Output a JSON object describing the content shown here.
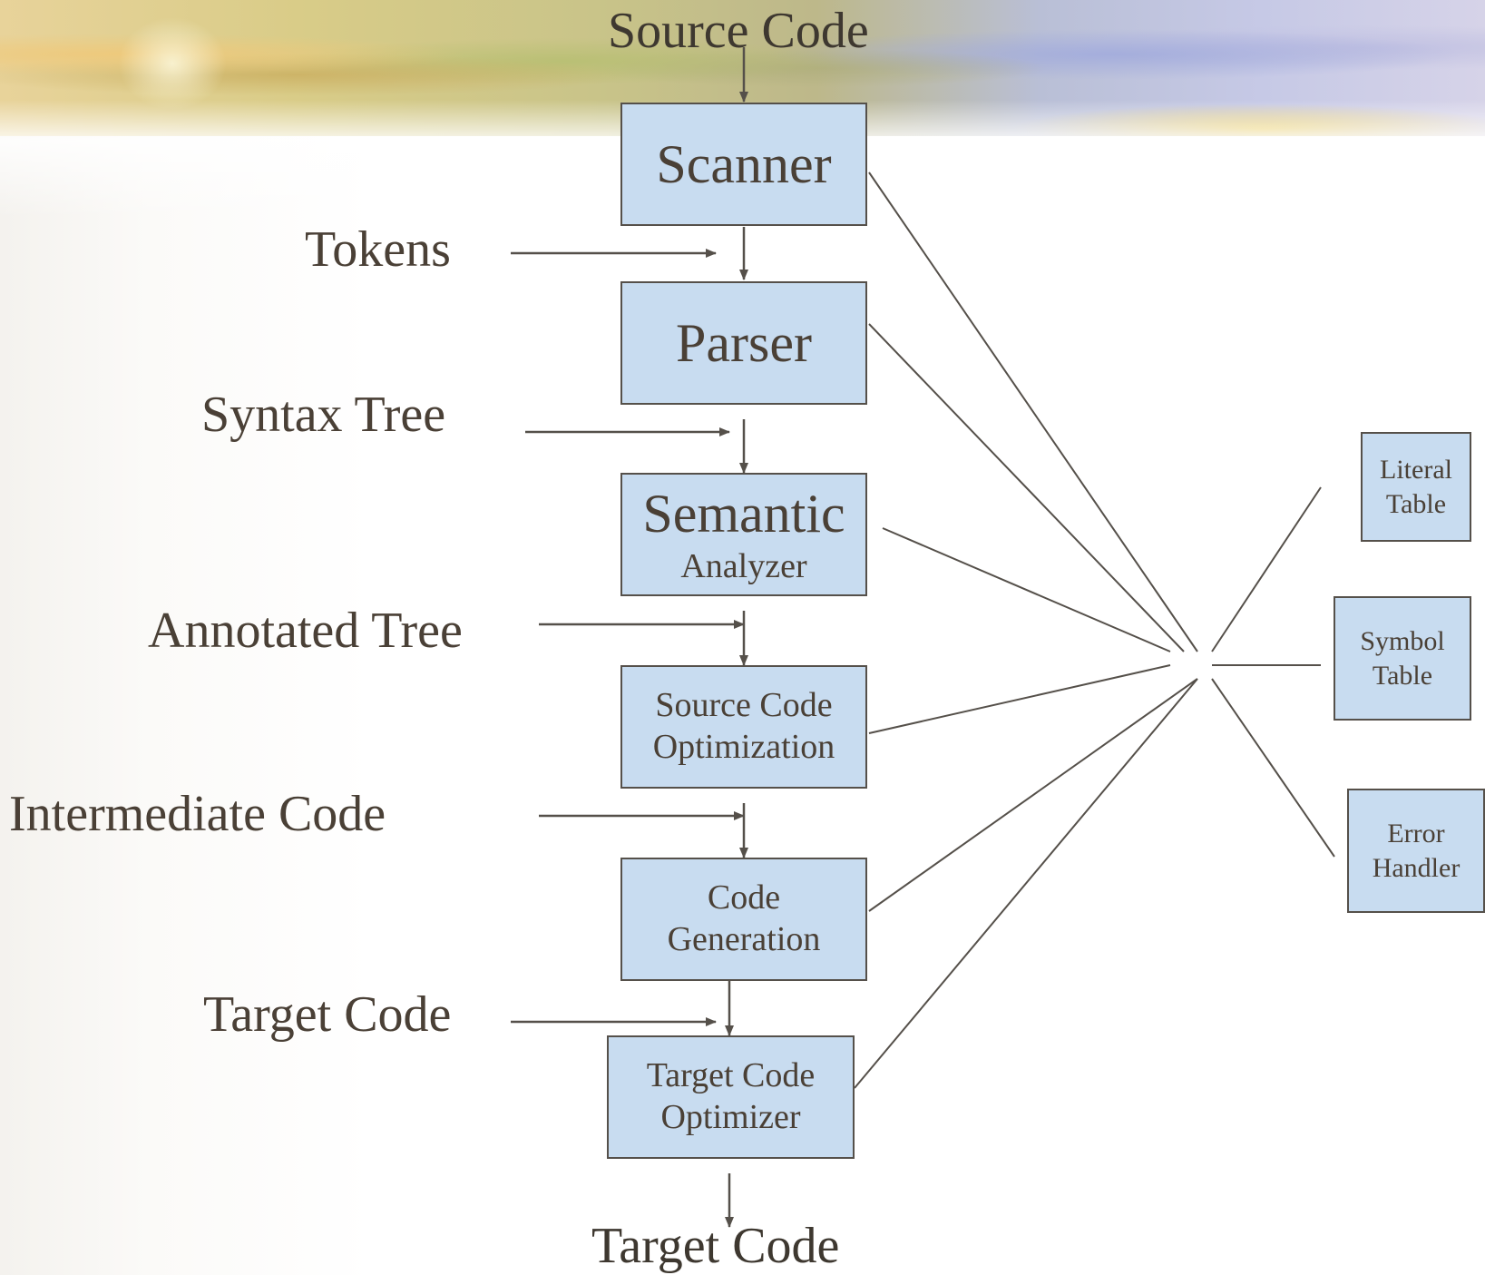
{
  "diagram": {
    "input_label": "Source Code",
    "output_label": "Target Code",
    "phases": [
      {
        "line1": "Scanner",
        "line2": ""
      },
      {
        "line1": "Parser",
        "line2": ""
      },
      {
        "line1": "Semantic",
        "line2": "Analyzer"
      },
      {
        "line1": "Source Code",
        "line2": "Optimization"
      },
      {
        "line1": "Code",
        "line2": "Generation"
      },
      {
        "line1": "Target Code",
        "line2": "Optimizer"
      }
    ],
    "intermediates": [
      "Tokens",
      "Syntax Tree",
      "Annotated Tree",
      "Intermediate Code",
      "Target Code"
    ],
    "auxiliary": [
      {
        "line1": "Literal",
        "line2": "Table"
      },
      {
        "line1": "Symbol",
        "line2": "Table"
      },
      {
        "line1": "Error",
        "line2": "Handler"
      }
    ]
  },
  "colors": {
    "box_fill": "#c8dcf0",
    "box_border": "#55504a",
    "text": "#4a4036",
    "line": "#55504a"
  }
}
